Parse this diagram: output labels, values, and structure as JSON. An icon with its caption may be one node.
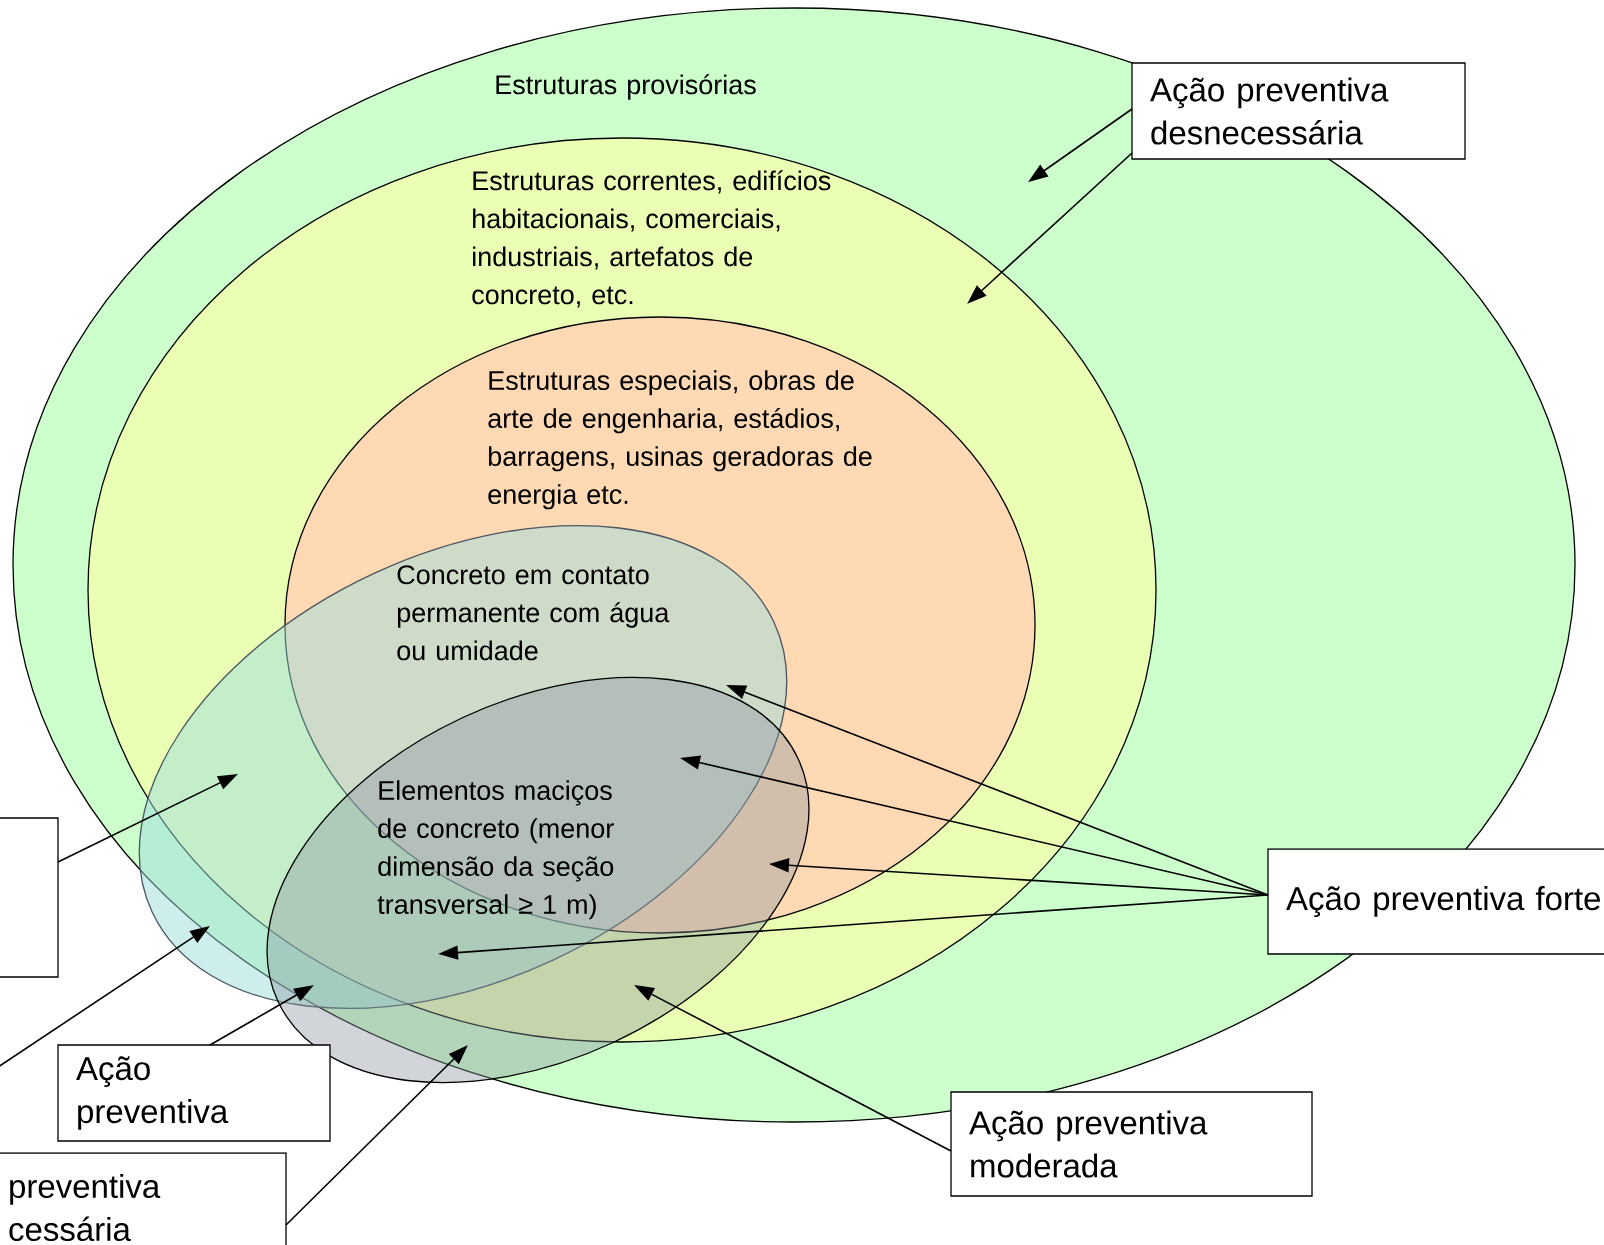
{
  "diagram": {
    "nodes": [
      {
        "text": [
          "Estruturas provisórias"
        ]
      },
      {
        "text": [
          "Estruturas correntes, edifícios habitacionais, comerciais, industriais, artefatos de concreto, etc."
        ],
        "in": 0
      },
      {
        "text": [
          "Estruturas especiais, obras de arte de engenharia, estádios, barragens, usinas geradoras de energia etc."
        ],
        "in": 1
      },
      {
        "text": [
          "Concreto em contato permanente com água ou umidade"
        ],
        "in": 1
      },
      {
        "text": [
          "Elementos maciços de concreto (menor dimensão da seção transversal ≥ 1 m)"
        ],
        "in": 0
      },
      {
        "text": [
          "Ação preventiva desnecessária"
        ]
      },
      {
        "text": [
          "Ação preventiva forte"
        ]
      },
      {
        "text": [
          "Ação preventiva moderada"
        ]
      },
      {
        "text": [
          "Ação preventiva"
        ]
      },
      {
        "text": [
          "preventiva cessária"
        ]
      },
      {
        "text": [],
        "shape": "box"
      }
    ],
    "edges": [
      {
        "from": 5,
        "to": 0,
        "arrow": "to"
      },
      {
        "from": 5,
        "to": 1,
        "arrow": "to"
      },
      {
        "from": 6,
        "to": 3,
        "arrow": "to"
      },
      {
        "from": 6,
        "to": 4,
        "arrow": "to"
      },
      {
        "from": 6,
        "to": 4,
        "arrow": "to"
      },
      {
        "from": 6,
        "to": 4,
        "arrow": "to"
      },
      {
        "from": 7,
        "to": 4,
        "arrow": "to"
      },
      {
        "from": 8,
        "to": 4,
        "arrow": "to"
      },
      {
        "from": 9,
        "to": 4,
        "arrow": "to"
      },
      {
        "from": 10,
        "to": 3,
        "arrow": "to"
      },
      {
        "from": null,
        "to": 3,
        "arrow": "to"
      }
    ]
  }
}
